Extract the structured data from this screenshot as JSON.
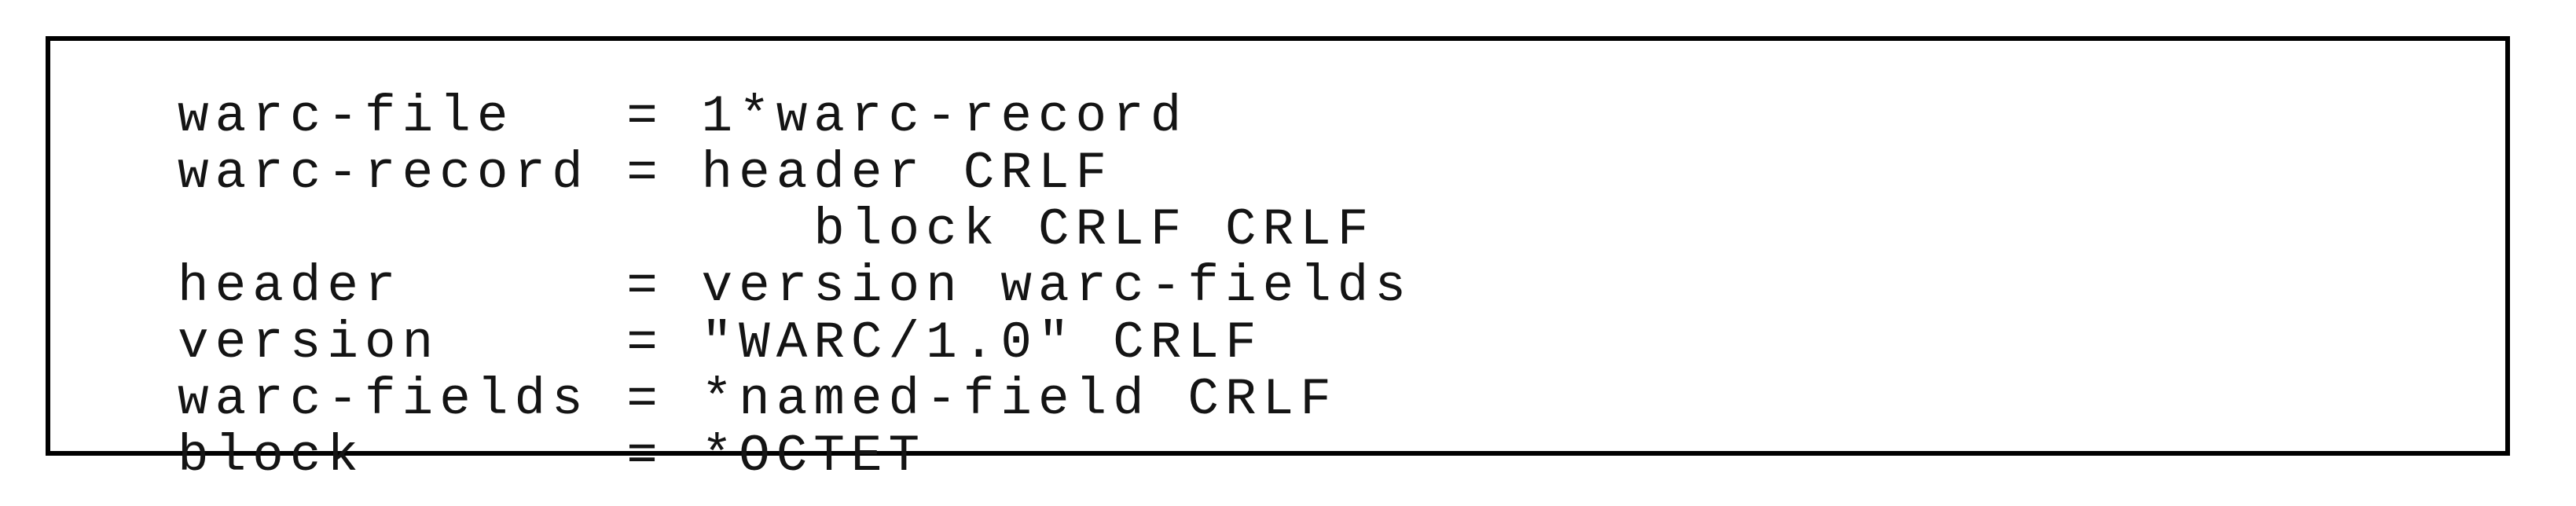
{
  "colors": {
    "page_background": "#ffffff",
    "box_border": "#000000",
    "code_text": "#141414"
  },
  "code_block": {
    "language": "abnf-grammar",
    "text": "warc-file   = 1*warc-record\nwarc-record = header CRLF\n                 block CRLF CRLF\nheader      = version warc-fields\nversion     = \"WARC/1.0\" CRLF\nwarc-fields = *named-field CRLF\nblock       = *OCTET",
    "rules": [
      {
        "name": "warc-file",
        "definition": "1*warc-record"
      },
      {
        "name": "warc-record",
        "definition": "header CRLF block CRLF CRLF"
      },
      {
        "name": "header",
        "definition": "version warc-fields"
      },
      {
        "name": "version",
        "definition": "\"WARC/1.0\" CRLF"
      },
      {
        "name": "warc-fields",
        "definition": "*named-field CRLF"
      },
      {
        "name": "block",
        "definition": "*OCTET"
      }
    ]
  }
}
